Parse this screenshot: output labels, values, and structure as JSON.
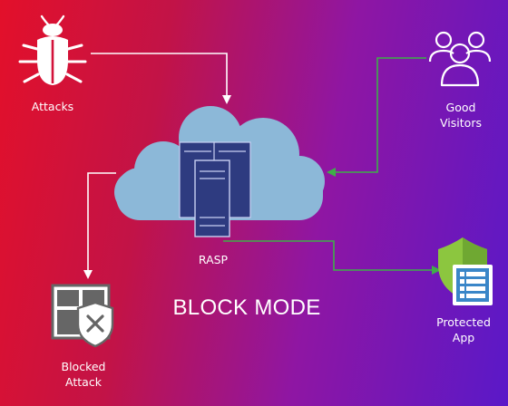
{
  "diagram": {
    "title": "BLOCK MODE",
    "nodes": {
      "attacks": {
        "label": "Attacks",
        "icon": "bug-icon"
      },
      "good_visitors": {
        "label": "Good\nVisitors",
        "icon": "users-group-icon"
      },
      "rasp": {
        "label": "RASP",
        "icon": "server-cloud-icon"
      },
      "blocked_attack": {
        "label": "Blocked\nAttack",
        "icon": "blocked-firewall-icon"
      },
      "protected_app": {
        "label": "Protected\nApp",
        "icon": "shield-app-icon"
      }
    },
    "edges": [
      {
        "from": "attacks",
        "to": "rasp",
        "color": "#ffffff"
      },
      {
        "from": "good_visitors",
        "to": "rasp",
        "color": "#3fae49"
      },
      {
        "from": "rasp",
        "to": "blocked_attack",
        "color": "#ffffff"
      },
      {
        "from": "rasp",
        "to": "protected_app",
        "color": "#3fae49"
      }
    ],
    "colors": {
      "cloud": "#8cb8d8",
      "server": "#2e3b80",
      "server_slot": "#c9d0f2",
      "shield": "#8cc63f",
      "app_tile": "#3a86c8",
      "firewall": "#666666"
    }
  }
}
